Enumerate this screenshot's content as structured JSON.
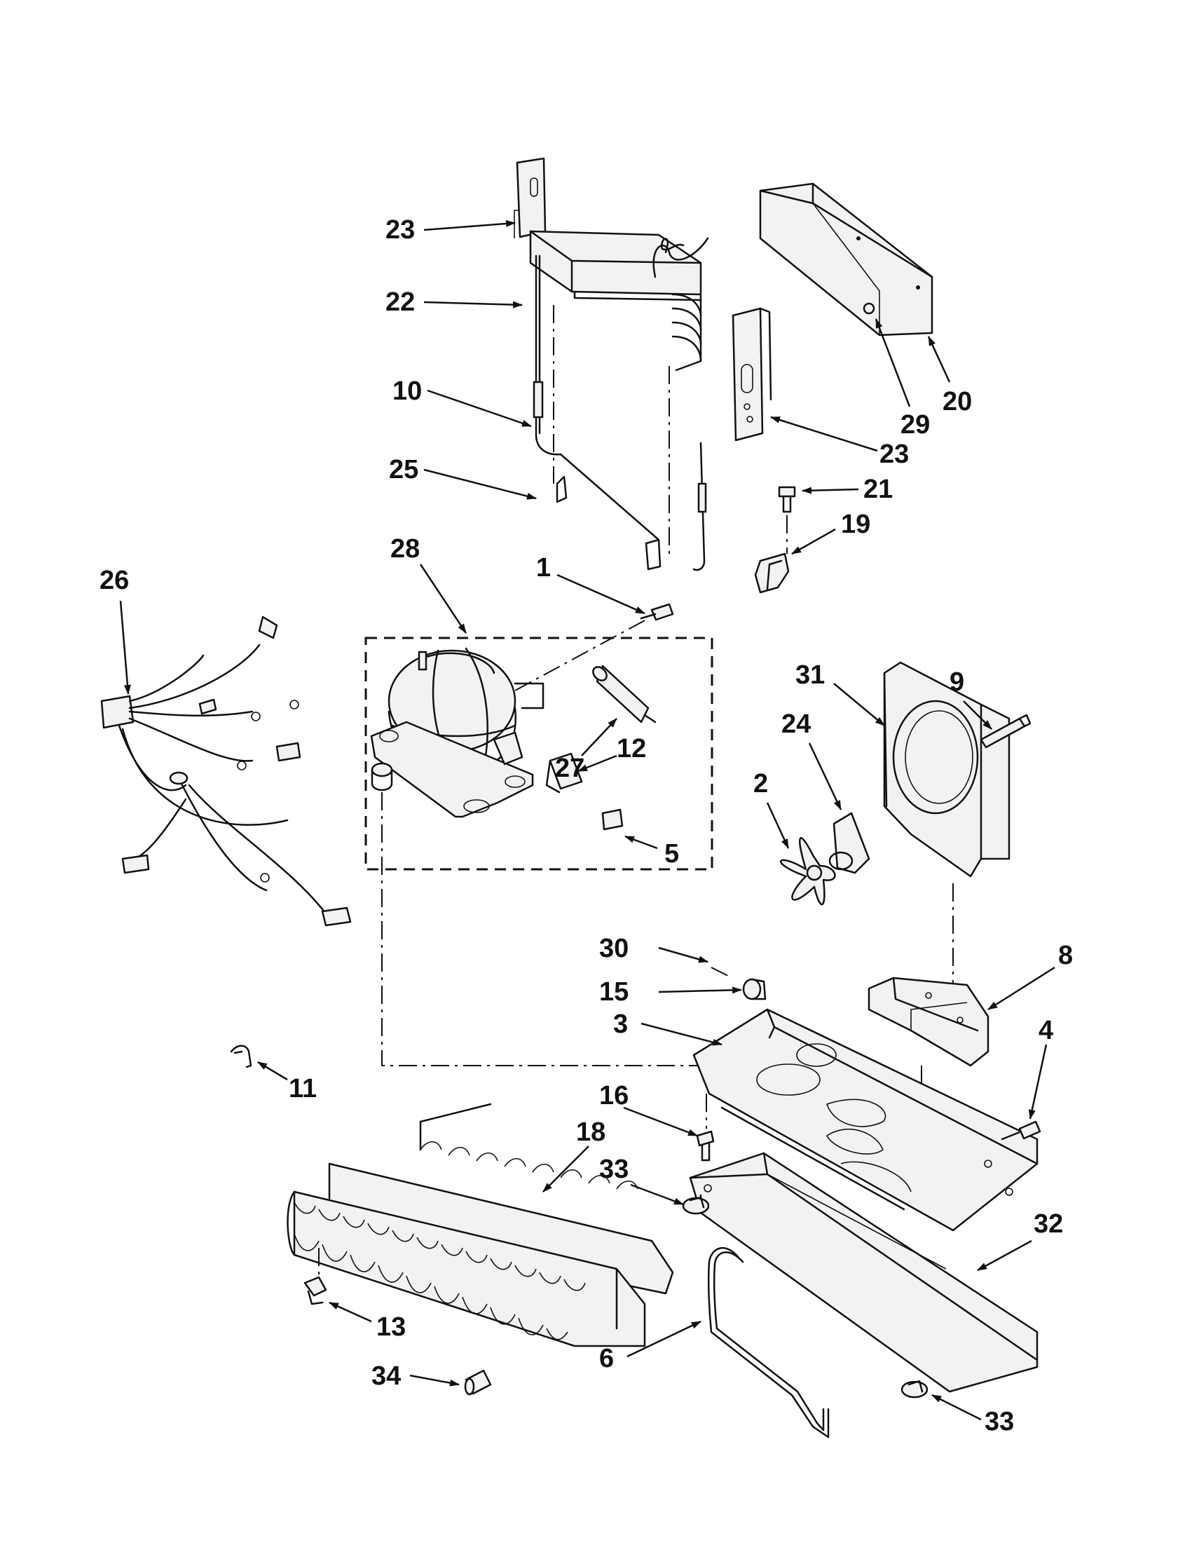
{
  "callouts": [
    {
      "id": "c23a",
      "text": "23"
    },
    {
      "id": "c22",
      "text": "22"
    },
    {
      "id": "c10",
      "text": "10"
    },
    {
      "id": "c25",
      "text": "25"
    },
    {
      "id": "c28",
      "text": "28"
    },
    {
      "id": "c1",
      "text": "1"
    },
    {
      "id": "c26",
      "text": "26"
    },
    {
      "id": "c27",
      "text": "27"
    },
    {
      "id": "c12",
      "text": "12"
    },
    {
      "id": "c5",
      "text": "5"
    },
    {
      "id": "c20",
      "text": "20"
    },
    {
      "id": "c29",
      "text": "29"
    },
    {
      "id": "c23b",
      "text": "23"
    },
    {
      "id": "c21",
      "text": "21"
    },
    {
      "id": "c19",
      "text": "19"
    },
    {
      "id": "c31",
      "text": "31"
    },
    {
      "id": "c9",
      "text": "9"
    },
    {
      "id": "c24",
      "text": "24"
    },
    {
      "id": "c2",
      "text": "2"
    },
    {
      "id": "c30",
      "text": "30"
    },
    {
      "id": "c15",
      "text": "15"
    },
    {
      "id": "c8",
      "text": "8"
    },
    {
      "id": "c3",
      "text": "3"
    },
    {
      "id": "c4",
      "text": "4"
    },
    {
      "id": "c11",
      "text": "11"
    },
    {
      "id": "c16",
      "text": "16"
    },
    {
      "id": "c18",
      "text": "18"
    },
    {
      "id": "c33a",
      "text": "33"
    },
    {
      "id": "c32",
      "text": "32"
    },
    {
      "id": "c13",
      "text": "13"
    },
    {
      "id": "c6",
      "text": "6"
    },
    {
      "id": "c34",
      "text": "34"
    },
    {
      "id": "c33b",
      "text": "33"
    }
  ]
}
